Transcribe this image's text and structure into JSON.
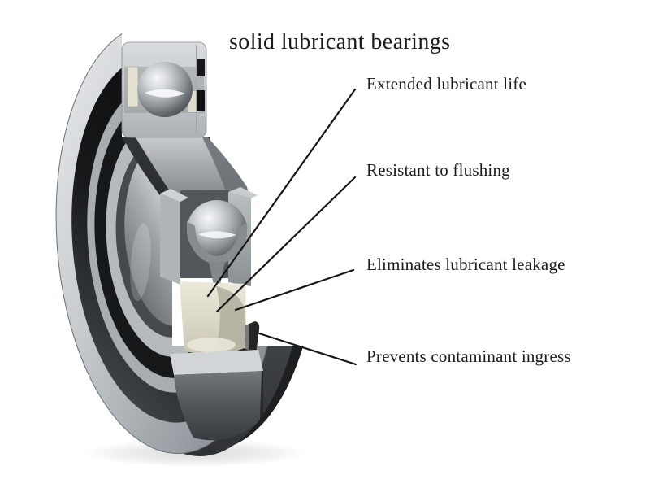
{
  "title": "solid lubricant bearings",
  "callouts": [
    {
      "text": "Extended lubricant life"
    },
    {
      "text": "Resistant to flushing"
    },
    {
      "text": "Eliminates lubricant leakage"
    },
    {
      "text": "Prevents contaminant ingress"
    }
  ],
  "figure": {
    "subject": "cutaway ball bearing filled with solid lubricant"
  },
  "colors": {
    "background": "#ffffff",
    "text": "#1b1b1b",
    "leader_line": "#161616",
    "lubricant_cream": "#e6e3d4",
    "seal_black": "#141416",
    "steel_light": "#d3d6d8",
    "steel_dark": "#3c4045"
  }
}
